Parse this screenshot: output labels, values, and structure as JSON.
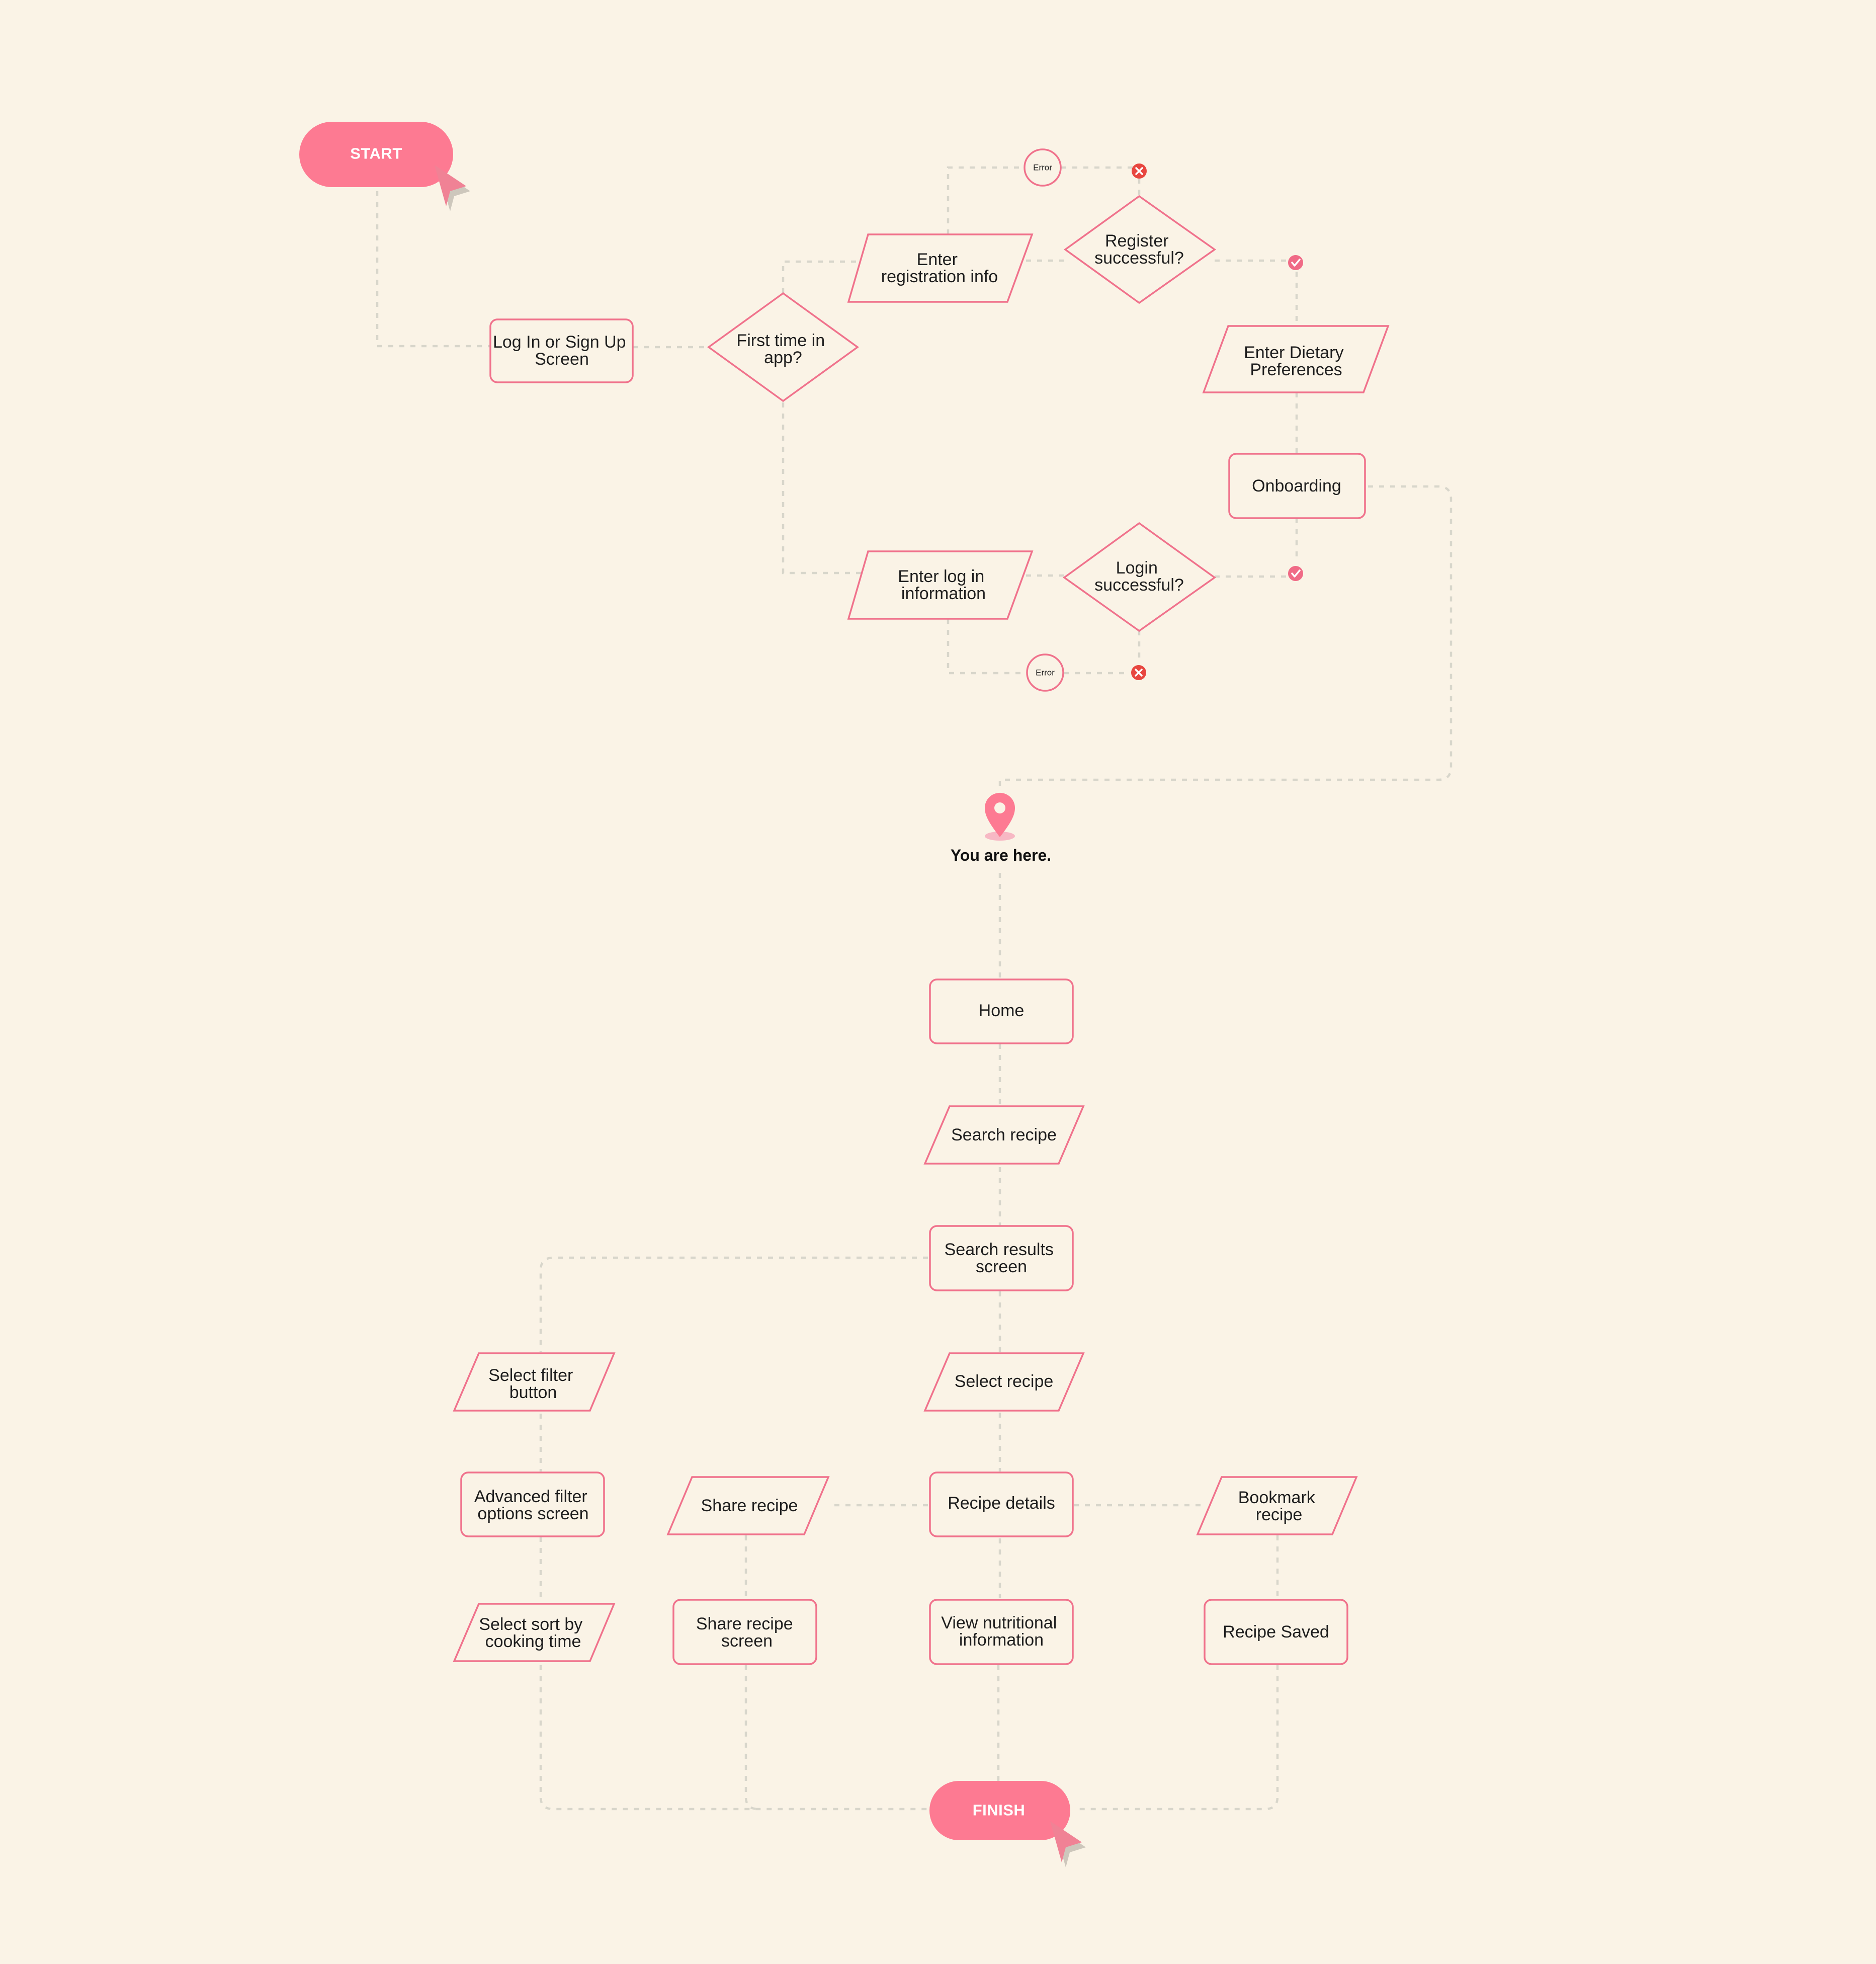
{
  "terminals": {
    "start": "START",
    "finish": "FINISH"
  },
  "location_marker": {
    "label": "You are here.",
    "icon": "map-pin-icon"
  },
  "nodes": {
    "login_screen": [
      "Log In or Sign Up",
      "Screen"
    ],
    "first_time": [
      "First time in",
      "app?"
    ],
    "enter_registration": [
      "Enter",
      "registration info"
    ],
    "register_successful": [
      "Register",
      "successful?"
    ],
    "error_top": [
      "Error"
    ],
    "enter_dietary": [
      "Enter Dietary",
      "Preferences"
    ],
    "onboarding": [
      "Onboarding"
    ],
    "enter_login": [
      "Enter log in",
      "information"
    ],
    "login_successful": [
      "Login",
      "successful?"
    ],
    "error_bottom": [
      "Error"
    ],
    "home": [
      "Home"
    ],
    "search_recipe": [
      "Search recipe"
    ],
    "search_results": [
      "Search results",
      "screen"
    ],
    "select_filter": [
      "Select filter",
      "button"
    ],
    "select_recipe": [
      "Select recipe"
    ],
    "advanced_filter": [
      "Advanced filter",
      "options screen"
    ],
    "share_recipe": [
      "Share recipe"
    ],
    "recipe_details": [
      "Recipe details"
    ],
    "bookmark_recipe": [
      "Bookmark",
      "recipe"
    ],
    "select_sort": [
      "Select sort by",
      "cooking time"
    ],
    "share_recipe_screen": [
      "Share recipe",
      "screen"
    ],
    "view_nutrition": [
      "View nutritional",
      "information"
    ],
    "recipe_saved": [
      "Recipe Saved"
    ]
  },
  "status_icons": {
    "failure": "x-circle-icon",
    "success": "check-circle-icon"
  },
  "colors": {
    "background": "#faf3e6",
    "accent": "#fd7a92",
    "node_stroke": "#f0728c",
    "connector": "#d8d6cb",
    "error": "#e8463f"
  }
}
